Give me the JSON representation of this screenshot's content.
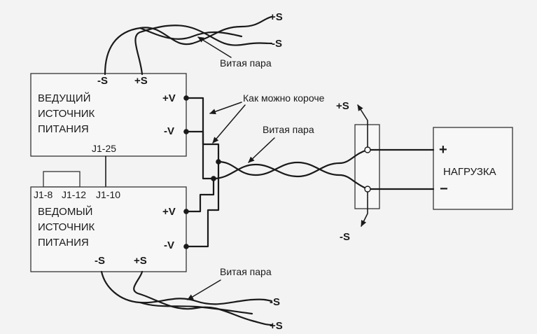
{
  "master": {
    "lines": [
      "ВЕДУЩИЙ",
      "ИСТОЧНИК",
      "ПИТАНИЯ"
    ],
    "sense_minus": "-S",
    "sense_plus": "+S",
    "out_plus": "+V",
    "out_minus": "-V",
    "connector": "J1-25"
  },
  "slave": {
    "lines": [
      "ВЕДОМЫЙ",
      "ИСТОЧНИК",
      "ПИТАНИЯ"
    ],
    "pins": [
      "J1-8",
      "J1-12",
      "J1-10"
    ],
    "out_plus": "+V",
    "out_minus": "-V",
    "sense_minus": "-S",
    "sense_plus": "+S"
  },
  "load": {
    "label": "НАГРУЗКА",
    "plus": "+",
    "minus": "−"
  },
  "remote_sense": {
    "plus": "+S",
    "minus": "-S"
  },
  "top_pair_ends": {
    "plus": "+S",
    "minus": "-S"
  },
  "bottom_pair_ends": {
    "minus": "-S",
    "plus": "+S"
  },
  "annotations": {
    "twisted_top": "Витая пара",
    "as_short": "Как можно короче",
    "twisted_mid": "Витая пара",
    "twisted_bottom": "Витая пара"
  }
}
